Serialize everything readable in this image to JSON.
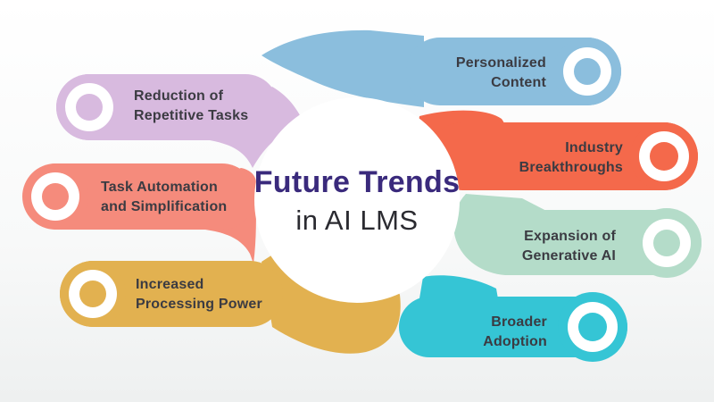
{
  "center": {
    "title": "Future Trends",
    "subtitle": "in AI LMS",
    "title_color": "#3a2a7c",
    "subtitle_color": "#2b2b31",
    "circle_color": "#ffffff"
  },
  "label_color": "#3b3b42",
  "background": {
    "top": "#ffffff",
    "mid": "#f8f9f9",
    "bottom": "#eef0f0"
  },
  "branches": [
    {
      "id": "reduction-of-repetitive-tasks",
      "side": "left",
      "color": "#d8badf",
      "label_lines": [
        "Reduction of",
        "Repetitive Tasks"
      ]
    },
    {
      "id": "task-automation-simplification",
      "side": "left",
      "color": "#f58b7c",
      "label_lines": [
        "Task Automation",
        "and Simplification"
      ]
    },
    {
      "id": "increased-processing-power",
      "side": "left",
      "color": "#e2b150",
      "label_lines": [
        "Increased",
        "Processing Power"
      ]
    },
    {
      "id": "personalized-content",
      "side": "right",
      "color": "#8bbedd",
      "label_lines": [
        "Personalized",
        "Content"
      ]
    },
    {
      "id": "industry-breakthroughs",
      "side": "right",
      "color": "#f4694b",
      "label_lines": [
        "Industry",
        "Breakthroughs"
      ]
    },
    {
      "id": "expansion-of-generative-ai",
      "side": "right",
      "color": "#b4dcc9",
      "label_lines": [
        "Expansion of",
        "Generative AI"
      ]
    },
    {
      "id": "broader-adoption",
      "side": "right",
      "color": "#35c5d5",
      "label_lines": [
        "Broader",
        "Adoption"
      ]
    }
  ]
}
